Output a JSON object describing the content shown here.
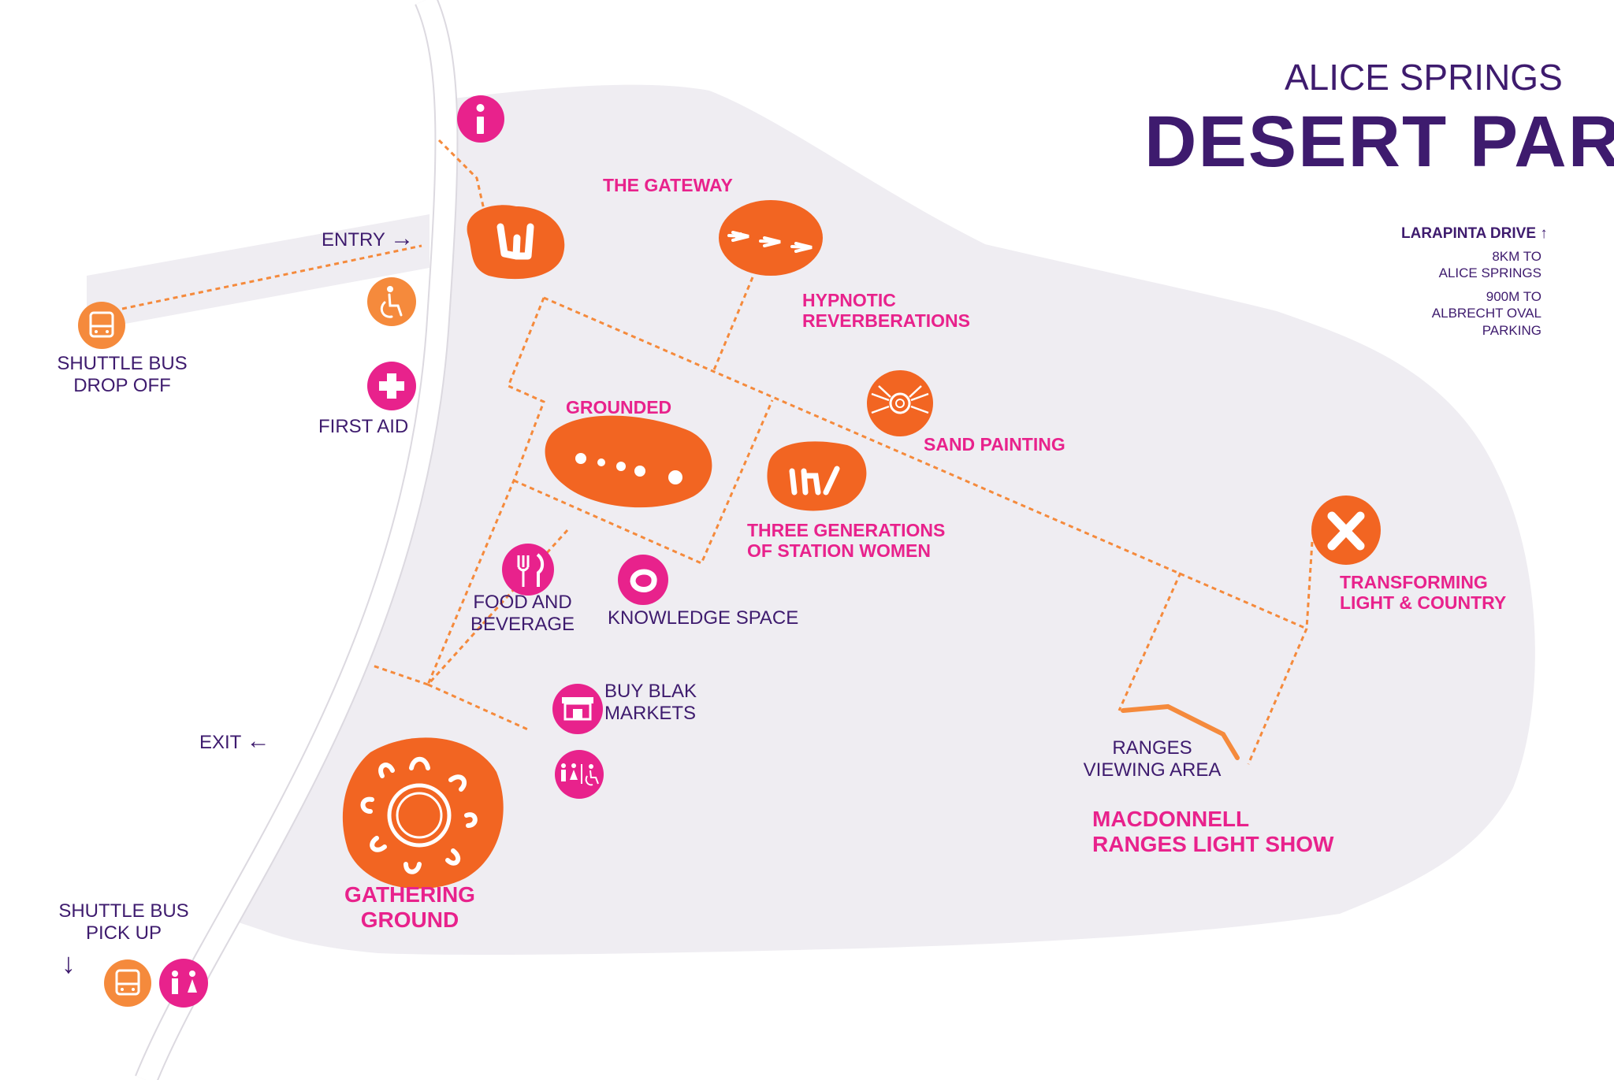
{
  "title": {
    "line1": "ALICE SPRINGS",
    "line2": "DESERT PARK"
  },
  "directions": {
    "road": "LARAPINTA DRIVE",
    "road_arrow": "↑",
    "note1_line1": "8KM TO",
    "note1_line2": "ALICE SPRINGS",
    "note2_line1": "900M TO",
    "note2_line2": "ALBRECHT OVAL",
    "note2_line3": "PARKING"
  },
  "labels": {
    "entry": "ENTRY",
    "exit": "EXIT",
    "shuttle_drop_1": "SHUTTLE BUS",
    "shuttle_drop_2": "DROP OFF",
    "first_aid": "FIRST AID",
    "shuttle_pick_1": "SHUTTLE BUS",
    "shuttle_pick_2": "PICK UP",
    "food_1": "FOOD AND",
    "food_2": "BEVERAGE",
    "knowledge": "KNOWLEDGE SPACE",
    "markets_1": "BUY BLAK",
    "markets_2": "MARKETS",
    "ranges_1": "RANGES",
    "ranges_2": "VIEWING AREA"
  },
  "attractions": {
    "gateway": "THE GATEWAY",
    "hypnotic_1": "HYPNOTIC",
    "hypnotic_2": "REVERBERATIONS",
    "grounded": "GROUNDED",
    "sand": "SAND PAINTING",
    "three_1": "THREE GENERATIONS",
    "three_2": "OF STATION WOMEN",
    "transforming_1": "TRANSFORMING",
    "transforming_2": "LIGHT & COUNTRY",
    "macdonnell_1": "MACDONNELL",
    "macdonnell_2": "RANGES LIGHT SHOW",
    "gathering_1": "GATHERING",
    "gathering_2": "GROUND"
  },
  "icon_glyphs": {
    "info": "i",
    "down_arrow": "↓",
    "entry_arrow": "→",
    "exit_arrow": "←"
  },
  "colors": {
    "orange": "#f26522",
    "pink": "#e8228c",
    "purple": "#3e1b6e",
    "park": "#efedf2",
    "path": "#f58a3c"
  }
}
